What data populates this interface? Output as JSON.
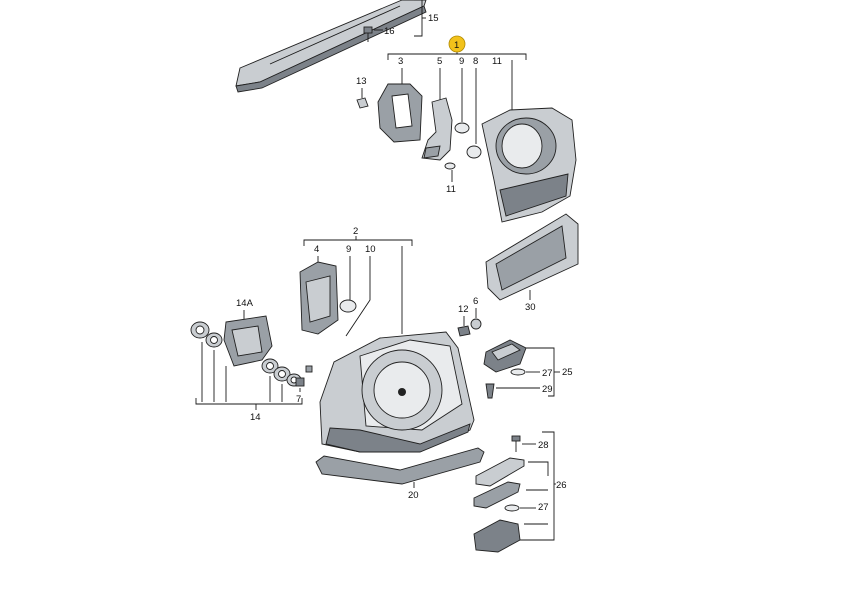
{
  "colors": {
    "part_gray": "#c9cdd1",
    "part_dark": "#7c8289",
    "part_light": "#e9ebed",
    "highlight": "#f2c21b",
    "line": "#1a1a1a"
  },
  "callouts": {
    "n1": "1",
    "n2": "2",
    "n3": "3",
    "n4": "4",
    "n5": "5",
    "n6": "6",
    "n7": "7",
    "n8": "8",
    "n9a": "9",
    "n9b": "9",
    "n10": "10",
    "n11a": "11",
    "n11b": "11",
    "n12": "12",
    "n13": "13",
    "n14": "14",
    "n14a": "14A",
    "n15": "15",
    "n16": "16",
    "n20": "20",
    "n25": "25",
    "n26": "26",
    "n27a": "27",
    "n27b": "27",
    "n28": "28",
    "n29": "29",
    "n30": "30"
  }
}
